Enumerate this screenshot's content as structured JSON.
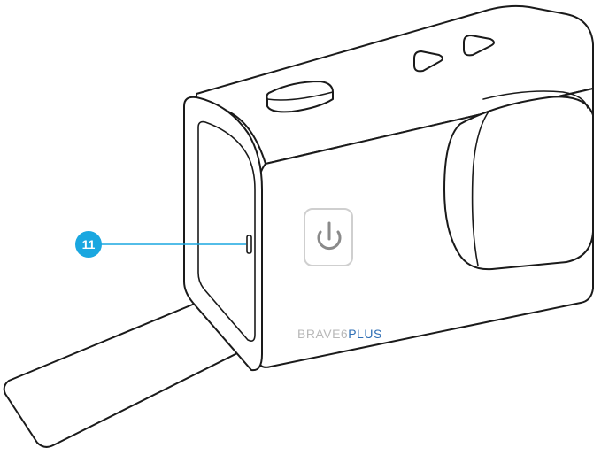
{
  "callouts": [
    {
      "number": "11"
    }
  ],
  "branding": {
    "prefix": "BRAVE6",
    "suffix": "PLUS"
  },
  "icons": [
    "power-icon",
    "up-button-icon",
    "down-button-icon"
  ],
  "colors": {
    "outline": "#1a1a1a",
    "callout_fill": "#1aa7e0",
    "callout_line": "#1aa7e0",
    "brand_prefix": "#b8b8b8",
    "brand_suffix": "#2f6fb5",
    "power_icon": "#8a8a8a"
  }
}
